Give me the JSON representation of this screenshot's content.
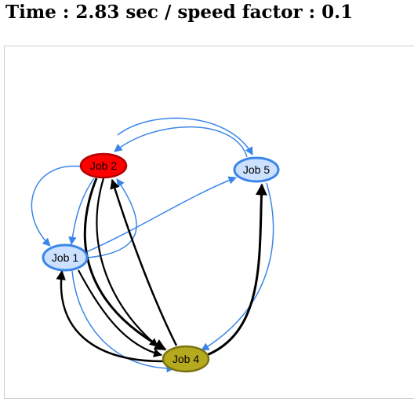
{
  "title": "Time : 2.83 sec / speed factor : 0.1",
  "colors": {
    "idle_fill": "#cce0ff",
    "idle_stroke": "#3a86e8",
    "active_fill": "#ff0000",
    "active_stroke": "#b30000",
    "running_fill": "#b5a91e",
    "running_stroke": "#7a7212",
    "edge_blue": "#3a86e8",
    "edge_black": "#000000"
  },
  "nodes": [
    {
      "id": "job1",
      "label": "Job 1",
      "state": "idle"
    },
    {
      "id": "job2",
      "label": "Job 2",
      "state": "active"
    },
    {
      "id": "job4",
      "label": "Job 4",
      "state": "running"
    },
    {
      "id": "job5",
      "label": "Job 5",
      "state": "idle"
    }
  ],
  "edges": [
    {
      "from": "job2",
      "to": "job5",
      "style": "blue"
    },
    {
      "from": "job5",
      "to": "job2",
      "style": "blue"
    },
    {
      "from": "job2",
      "to": "job1",
      "style": "blue"
    },
    {
      "from": "job2",
      "to": "job1",
      "style": "blue"
    },
    {
      "from": "job1",
      "to": "job2",
      "style": "blue"
    },
    {
      "from": "job1",
      "to": "job5",
      "style": "blue"
    },
    {
      "from": "job1",
      "to": "job4",
      "style": "blue"
    },
    {
      "from": "job5",
      "to": "job4",
      "style": "blue"
    },
    {
      "from": "job2",
      "to": "job4",
      "style": "black"
    },
    {
      "from": "job2",
      "to": "job4",
      "style": "black"
    },
    {
      "from": "job4",
      "to": "job2",
      "style": "black"
    },
    {
      "from": "job4",
      "to": "job1",
      "style": "black"
    },
    {
      "from": "job1",
      "to": "job4",
      "style": "black"
    },
    {
      "from": "job4",
      "to": "job5",
      "style": "black"
    }
  ]
}
